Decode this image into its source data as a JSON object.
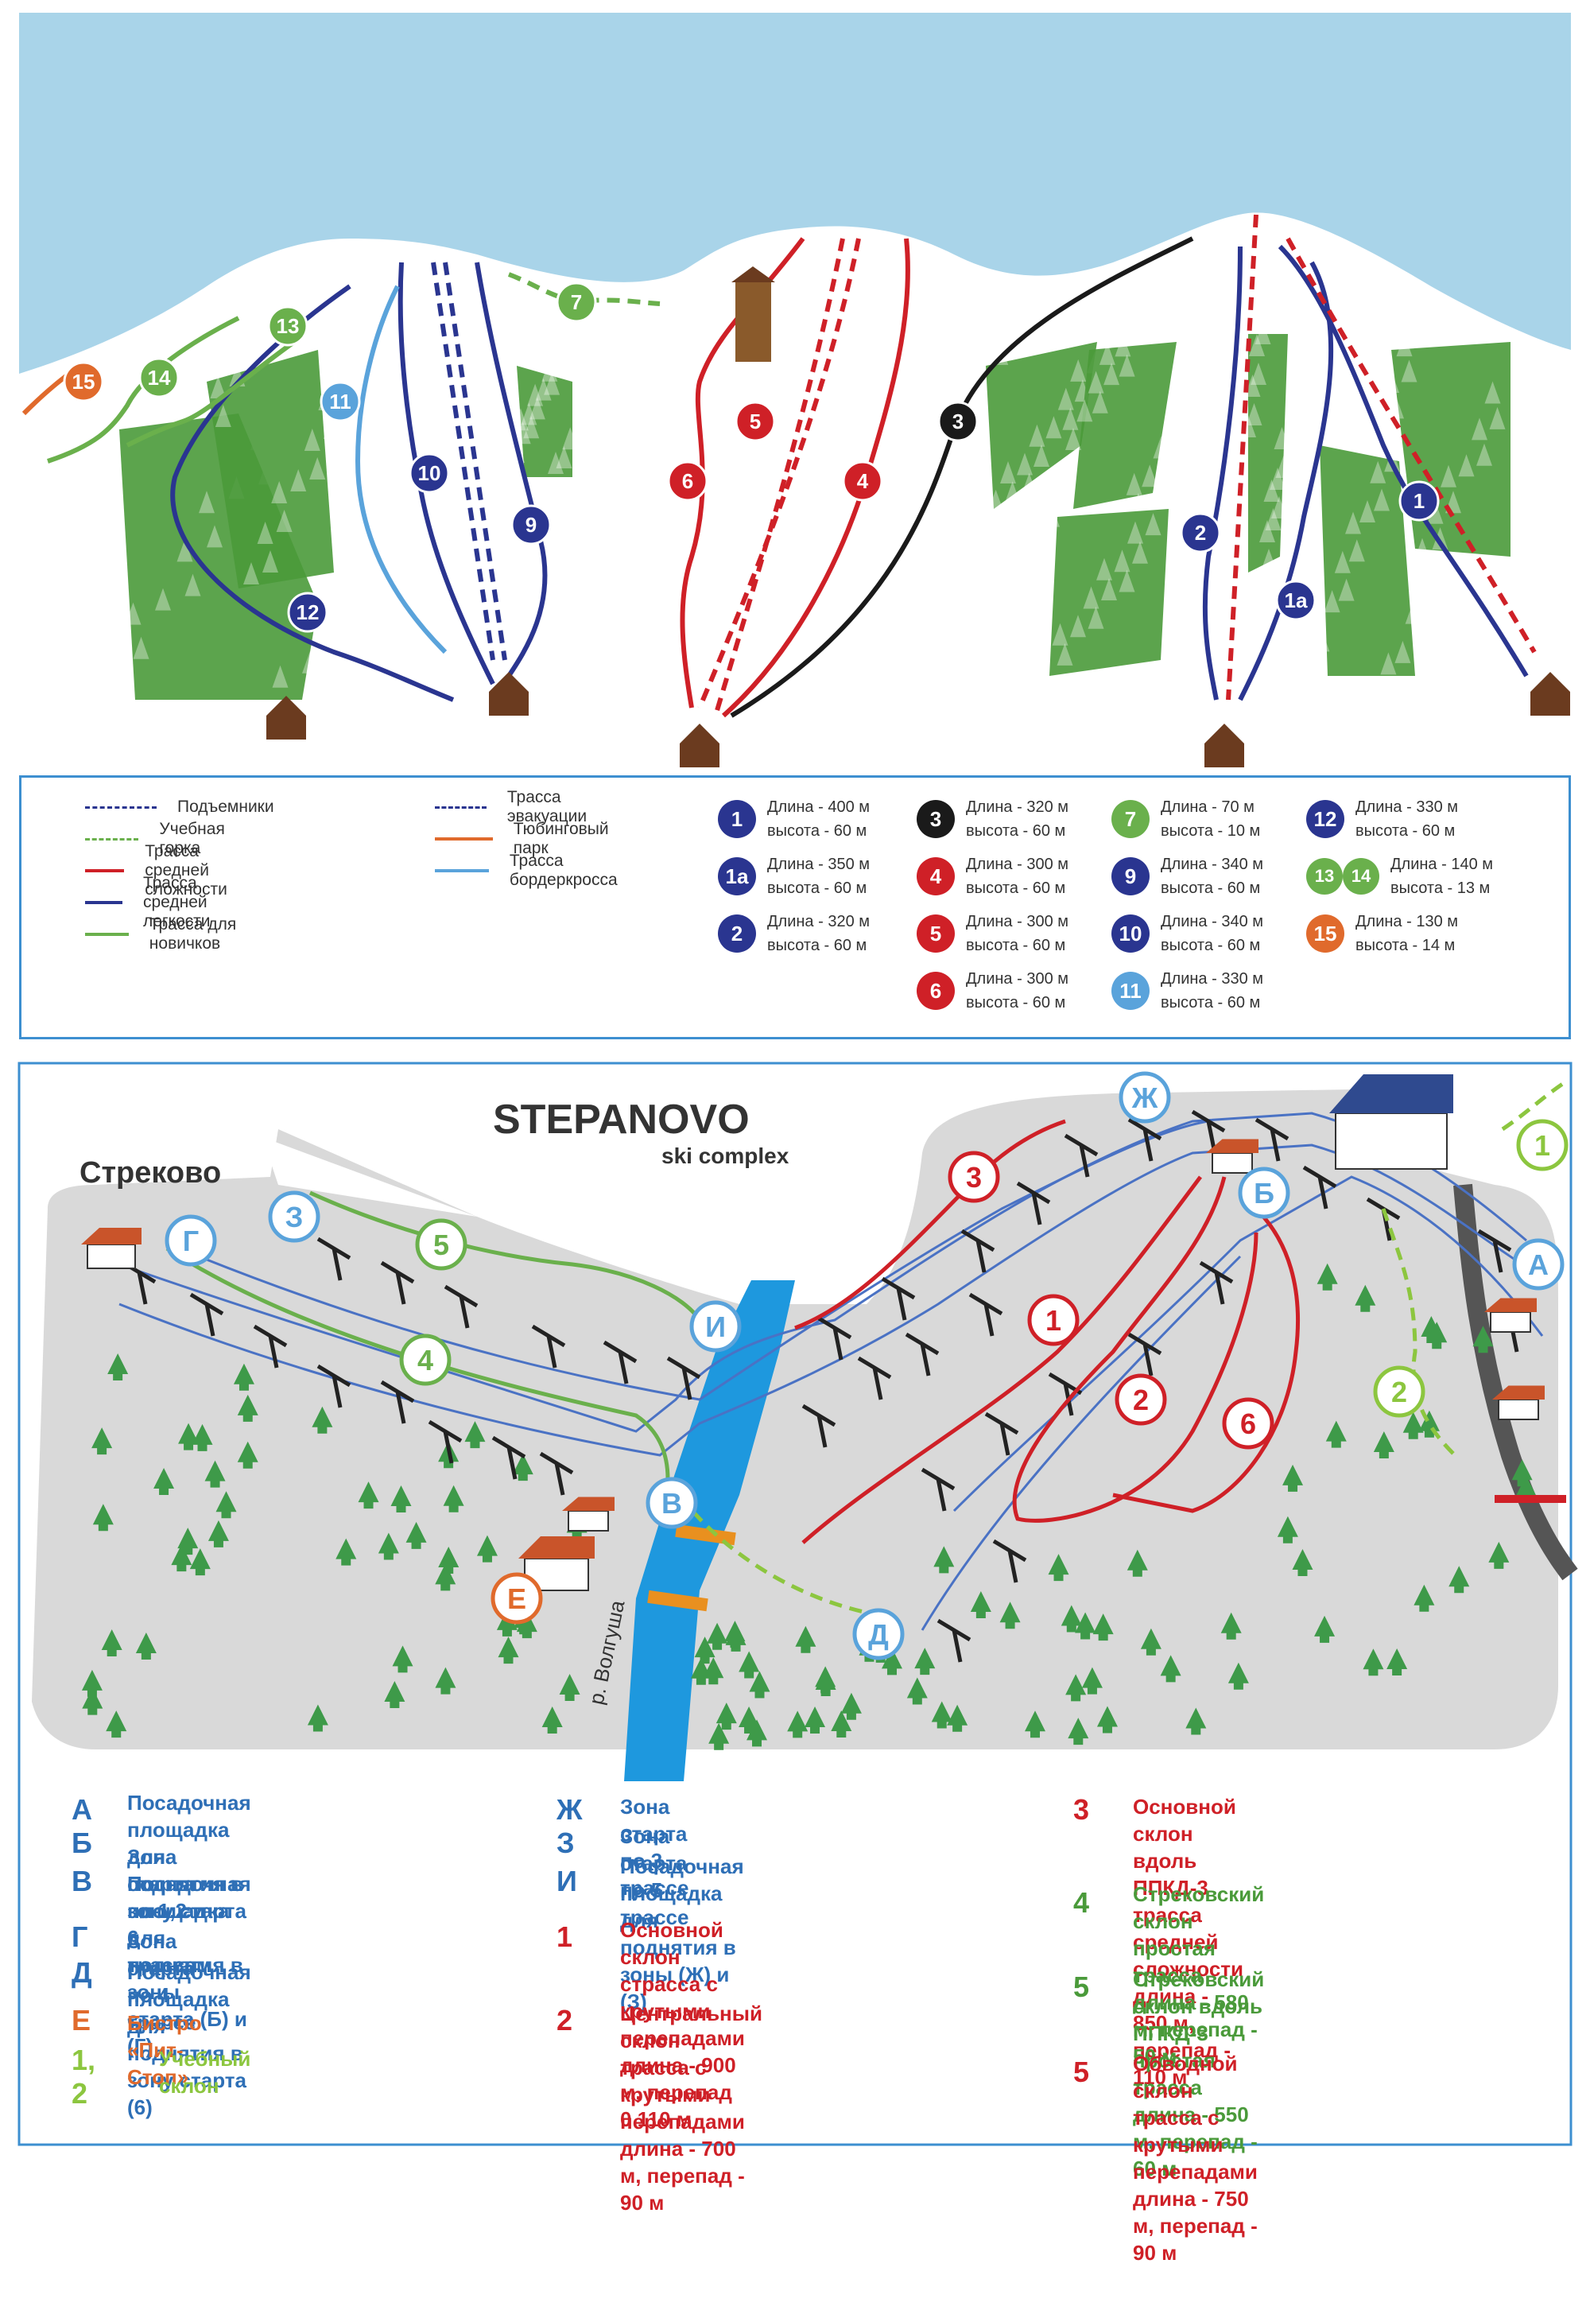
{
  "colors": {
    "sky": "#a9d4e9",
    "snow": "#ffffff",
    "forest": "#4a9a3a",
    "blue_run": "#2a3590",
    "light_blue_run": "#5aa3db",
    "red_run": "#cf2027",
    "black_run": "#1a1a1a",
    "green_run": "#6ab04c",
    "orange": "#e06a2c",
    "border_blue": "#3d8fd0",
    "map_grey": "#d9d9d9",
    "river": "#1e98de",
    "lift_blue": "#4a72c4"
  },
  "panorama": {
    "runs": [
      {
        "label": "1",
        "color": "blue"
      },
      {
        "label": "2",
        "color": "blue"
      },
      {
        "label": "1a",
        "color": "blue"
      },
      {
        "label": "3",
        "color": "black"
      },
      {
        "label": "4",
        "color": "red"
      },
      {
        "label": "5",
        "color": "red"
      },
      {
        "label": "6",
        "color": "red"
      },
      {
        "label": "7",
        "color": "green"
      },
      {
        "label": "9",
        "color": "blue"
      },
      {
        "label": "10",
        "color": "blue"
      },
      {
        "label": "11",
        "color": "lightblue"
      },
      {
        "label": "12",
        "color": "blue"
      },
      {
        "label": "13",
        "color": "green"
      },
      {
        "label": "14",
        "color": "green"
      },
      {
        "label": "15",
        "color": "orange"
      }
    ]
  },
  "legend": {
    "col1": [
      {
        "label": "Подъемники",
        "style": "dashed-blue"
      },
      {
        "label": "Учебная горка",
        "style": "dashed-green"
      },
      {
        "label": "Трасса средней сложности",
        "style": "red"
      },
      {
        "label": "Трасса средней легкости",
        "style": "blue"
      },
      {
        "label": "Трасса для новичков",
        "style": "green"
      }
    ],
    "col2": [
      {
        "label": "Трасса эвакуации",
        "style": "dashed-darkblue"
      },
      {
        "label": "Тюбинговый парк",
        "style": "orange"
      },
      {
        "label": "Трасса бордеркросса",
        "style": "lightblue"
      }
    ],
    "stats": [
      {
        "badge": "1",
        "color": "#2a3590",
        "length": "Длина - 400 м",
        "height": "высота - 60 м"
      },
      {
        "badge": "1a",
        "color": "#2a3590",
        "length": "Длина - 350 м",
        "height": "высота - 60 м"
      },
      {
        "badge": "2",
        "color": "#2a3590",
        "length": "Длина - 320 м",
        "height": "высота - 60 м"
      },
      {
        "badge": "3",
        "color": "#1a1a1a",
        "length": "Длина - 320 м",
        "height": "высота - 60 м"
      },
      {
        "badge": "4",
        "color": "#cf2027",
        "length": "Длина - 300 м",
        "height": "высота - 60 м"
      },
      {
        "badge": "5",
        "color": "#cf2027",
        "length": "Длина - 300 м",
        "height": "высота - 60 м"
      },
      {
        "badge": "6",
        "color": "#cf2027",
        "length": "Длина - 300 м",
        "height": "высота - 60 м"
      },
      {
        "badge": "7",
        "color": "#6ab04c",
        "length": "Длина - 70 м",
        "height": "высота - 10 м"
      },
      {
        "badge": "9",
        "color": "#2a3590",
        "length": "Длина - 340 м",
        "height": "высота - 60 м"
      },
      {
        "badge": "10",
        "color": "#2a3590",
        "length": "Длина - 340 м",
        "height": "высота - 60 м"
      },
      {
        "badge": "11",
        "color": "#5aa3db",
        "length": "Длина - 330 м",
        "height": "высота - 60 м"
      },
      {
        "badge": "12",
        "color": "#2a3590",
        "length": "Длина - 330 м",
        "height": "высота - 60 м"
      },
      {
        "badge": [
          "13",
          "14"
        ],
        "color": "#6ab04c",
        "length": "Длина - 140 м",
        "height": "высота - 13 м"
      },
      {
        "badge": "15",
        "color": "#e06a2c",
        "length": "Длина - 130 м",
        "height": "высота - 14 м"
      }
    ]
  },
  "map": {
    "title": "STEPANOVO",
    "subtitle": "ski complex",
    "village": "Стреково",
    "river": "р. Волгуша",
    "points": [
      {
        "label": "Ж",
        "kind": "blue"
      },
      {
        "label": "Б",
        "kind": "blue"
      },
      {
        "label": "А",
        "kind": "blue"
      },
      {
        "label": "Г",
        "kind": "blue"
      },
      {
        "label": "З",
        "kind": "blue"
      },
      {
        "label": "И",
        "kind": "blue"
      },
      {
        "label": "В",
        "kind": "blue"
      },
      {
        "label": "Д",
        "kind": "blue"
      },
      {
        "label": "Е",
        "kind": "orange"
      },
      {
        "label": "1",
        "kind": "red"
      },
      {
        "label": "2",
        "kind": "red"
      },
      {
        "label": "3",
        "kind": "red"
      },
      {
        "label": "6",
        "kind": "red"
      },
      {
        "label": "4",
        "kind": "green"
      },
      {
        "label": "5",
        "kind": "green"
      },
      {
        "label": "1",
        "kind": "lightgreen"
      },
      {
        "label": "2",
        "kind": "lightgreen"
      }
    ]
  },
  "bottom_legend": [
    {
      "letter": "А",
      "text": "Посадочная площадка для\nподнятия в зону старта",
      "color": "#2e6fb6"
    },
    {
      "letter": "Б",
      "text": "Зона старта по 1,2 и 6 трассам",
      "color": "#2e6fb6"
    },
    {
      "letter": "В",
      "text": "Посадочная площадка для\nподнятия в зоны старта (Б) и (Г)",
      "color": "#2e6fb6"
    },
    {
      "letter": "Г",
      "text": "Зона старта по 4 трассе",
      "color": "#2e6fb6"
    },
    {
      "letter": "Д",
      "text": "Посадочная площадка для\nподнятия в зону старта (6)",
      "color": "#2e6fb6"
    },
    {
      "letter": "Е",
      "text": "Бистро «Пит-Стоп»",
      "color": "#e06a2c"
    },
    {
      "letter": "1, 2",
      "text": "Учебный склон",
      "color": "#8cc63f"
    },
    {
      "letter": "Ж",
      "text": "Зона старта по 3 трассе",
      "color": "#2e6fb6"
    },
    {
      "letter": "З",
      "text": "Зона старта по 5 трассе",
      "color": "#2e6fb6"
    },
    {
      "letter": "И",
      "text": "Посадочная площадка для\nподнятия в зоны (Ж) и (З)",
      "color": "#2e6fb6"
    },
    {
      "letter": "1",
      "text": "Основной склон\nстрасса с крутыми перепадами\nдлина - 900 м, перепад 0 110 м",
      "color": "#cf2027"
    },
    {
      "letter": "2",
      "text": "Центральный склон\nтрасса с крутыми перепадами\nдлина - 700 м, перепад - 90 м",
      "color": "#cf2027"
    },
    {
      "letter": "3",
      "text": "Основной склон вдоль ППКД-3\nтрасса средней сложности\nдлина - 850 м, перепад - 110 м",
      "color": "#cf2027"
    },
    {
      "letter": "4",
      "text": "Стрековский склон\nпростая трасса\nдлина - 580 м, перепад  - 50 м",
      "color": "#4a9a3a"
    },
    {
      "letter": "5",
      "text": "Стрековский склон вдоль ППКД-3\nпростая трасса\nдлина - 550 м, перепад - 60 м",
      "color": "#4a9a3a"
    },
    {
      "letter": "5",
      "text": "Обводной склон\nтрасса с крутыми перепадами\nдлина - 750 м, перепад - 90 м",
      "color": "#cf2027"
    }
  ]
}
